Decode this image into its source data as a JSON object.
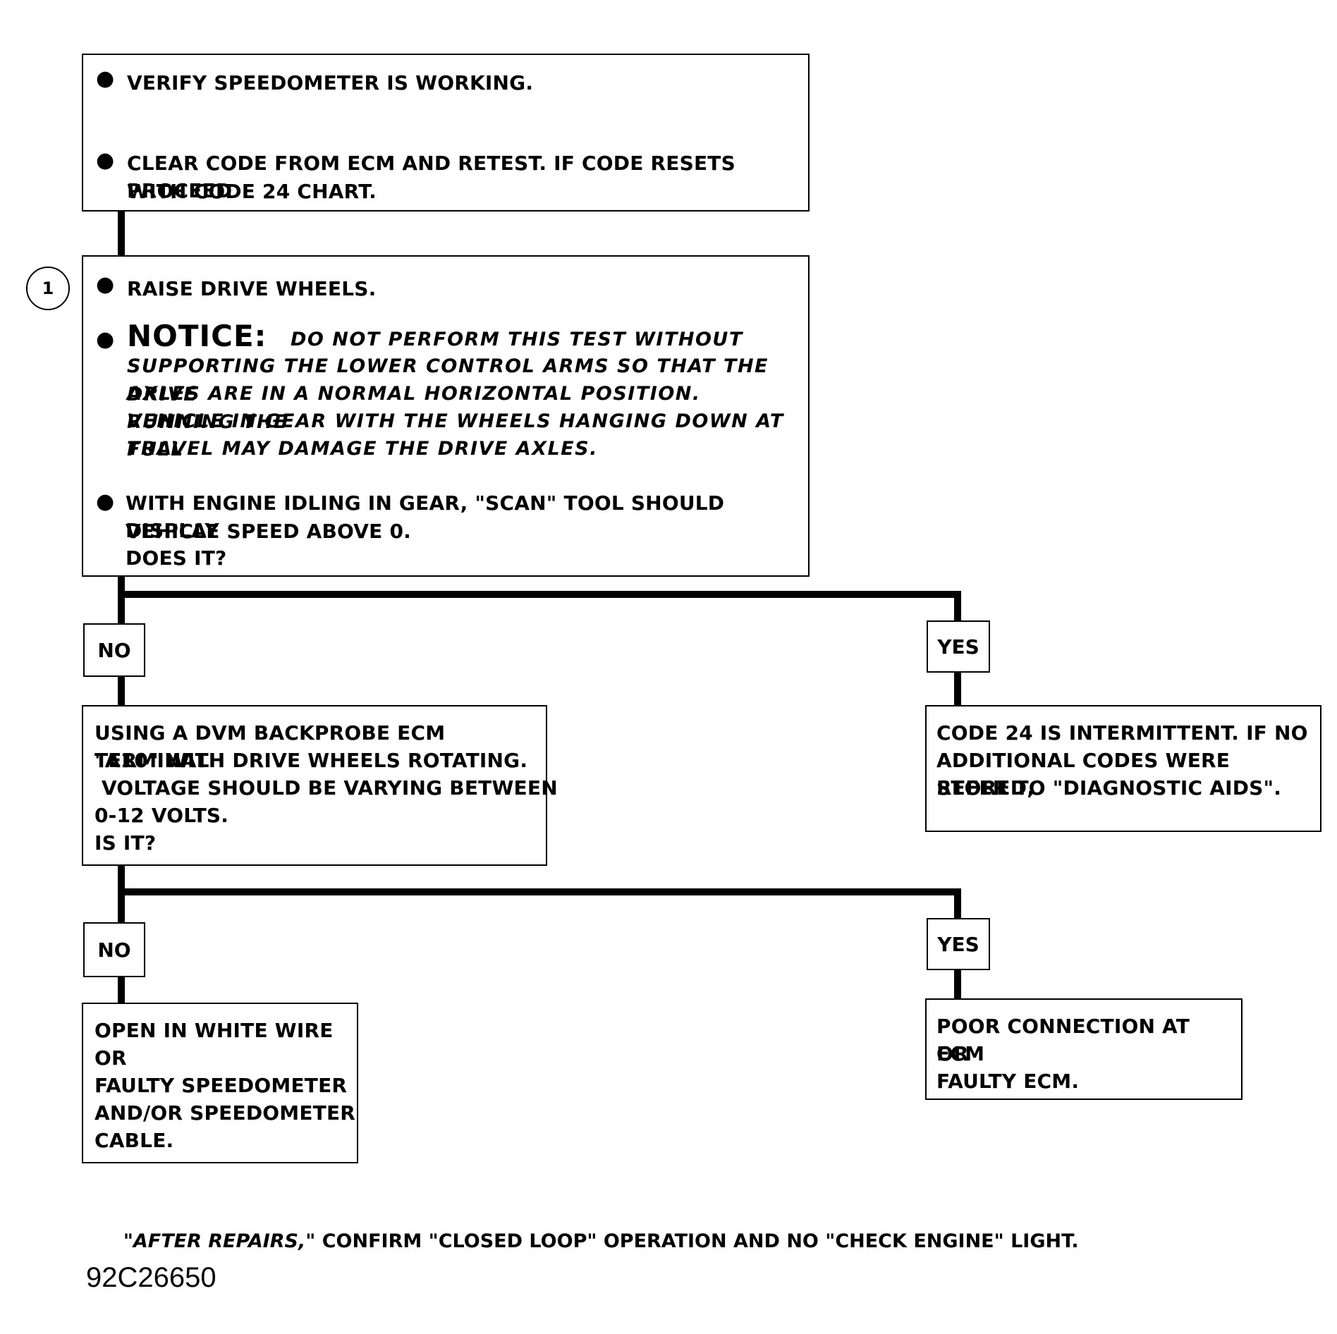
{
  "step1": {
    "items": [
      "VERIFY SPEEDOMETER IS WORKING.",
      "CLEAR CODE FROM ECM AND RETEST.  IF CODE RESETS PROCEED",
      "WITH CODE 24 CHART."
    ]
  },
  "step2": {
    "marker": "1",
    "raise": "RAISE DRIVE WHEELS.",
    "notice_label": "NOTICE:",
    "notice_lines": [
      "DO NOT PERFORM THIS TEST WITHOUT",
      "SUPPORTING THE LOWER CONTROL ARMS SO THAT THE DRIVE",
      "AXLES ARE IN A NORMAL HORIZONTAL POSITION.  RUNNING THE",
      "VEHICLE IN GEAR WITH THE WHEELS HANGING DOWN AT FULL",
      "TRAVEL MAY DAMAGE THE DRIVE AXLES."
    ],
    "scan_lines": [
      "WITH ENGINE IDLING IN GEAR, \"SCAN\" TOOL SHOULD DISPLAY",
      "VEHICLE SPEED ABOVE 0.",
      "DOES IT?"
    ]
  },
  "branch1": {
    "no_label": "NO",
    "yes_label": "YES",
    "no_box_lines": [
      "USING A DVM BACKPROBE ECM TERMINAL",
      "\"A10\" WITH DRIVE WHEELS ROTATING.",
      " VOLTAGE SHOULD BE VARYING BETWEEN",
      "0-12 VOLTS.",
      "IS IT?"
    ],
    "yes_box_lines": [
      "CODE 24 IS INTERMITTENT.  IF NO",
      "ADDITIONAL CODES WERE STORED,",
      "REFER TO \"DIAGNOSTIC AIDS\"."
    ]
  },
  "branch2": {
    "no_label": "NO",
    "yes_label": "YES",
    "no_box_lines": [
      "OPEN IN WHITE WIRE",
      "OR",
      "FAULTY SPEEDOMETER",
      "AND/OR SPEEDOMETER",
      "CABLE."
    ],
    "yes_box_lines": [
      "POOR CONNECTION AT ECM",
      "OR",
      "FAULTY ECM."
    ]
  },
  "footer": {
    "after_repairs": "\"AFTER REPAIRS,\"",
    "confirm_text": " CONFIRM \"CLOSED LOOP\" OPERATION AND NO \"CHECK ENGINE\" LIGHT.",
    "figure_id": "92C26650"
  }
}
